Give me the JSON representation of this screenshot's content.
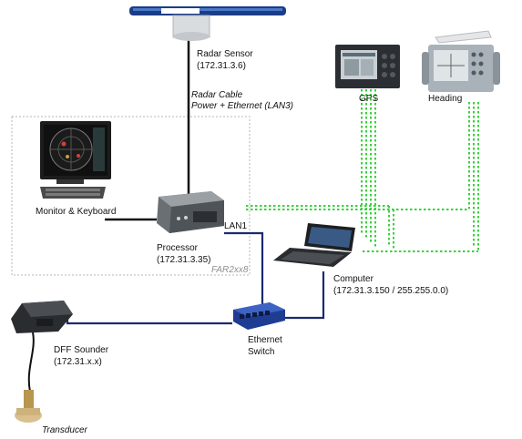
{
  "labels": {
    "radar_sensor": "Radar Sensor",
    "radar_sensor_ip": "(172.31.3.6)",
    "radar_cable_l1": "Radar Cable",
    "radar_cable_l2": "Power + Ethernet (LAN3)",
    "gps": "GPS",
    "heading": "Heading",
    "monitor_keyboard": "Monitor & Keyboard",
    "lan1": "LAN1",
    "processor": "Processor",
    "processor_ip": "(172.31.3.35)",
    "far_group": "FAR2xx8",
    "computer": "Computer",
    "computer_ip": "(172.31.3.150 / 255.255.0.0)",
    "dff_sounder": "DFF Sounder",
    "dff_ip": "(172.31.x.x)",
    "switch_l1": "Ethernet",
    "switch_l2": "Switch",
    "transducer": "Transducer"
  },
  "colors": {
    "power_cable": "#111111",
    "ethernet": "#1b2a6e",
    "nmea": "#39d13c",
    "group_border": "#b5b5b5"
  }
}
